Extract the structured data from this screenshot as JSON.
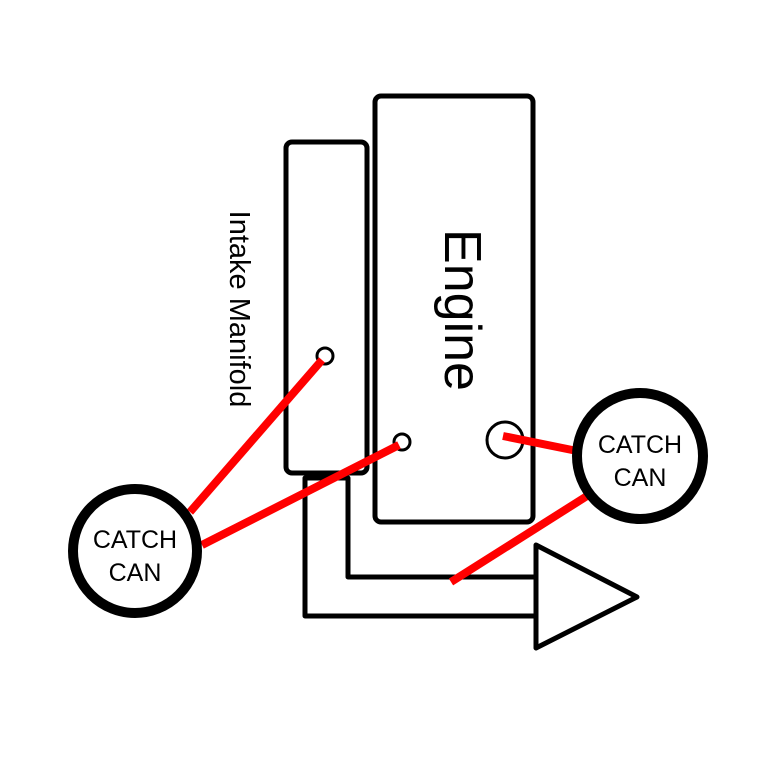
{
  "diagram": {
    "engine_label": "Engine",
    "intake_label": "Intake Manifold",
    "catch_can_left": {
      "line1": "CATCH",
      "line2": "CAN"
    },
    "catch_can_right": {
      "line1": "CATCH",
      "line2": "CAN"
    },
    "colors": {
      "outline": "#000000",
      "hose": "#ff0000",
      "background": "#ffffff"
    }
  }
}
